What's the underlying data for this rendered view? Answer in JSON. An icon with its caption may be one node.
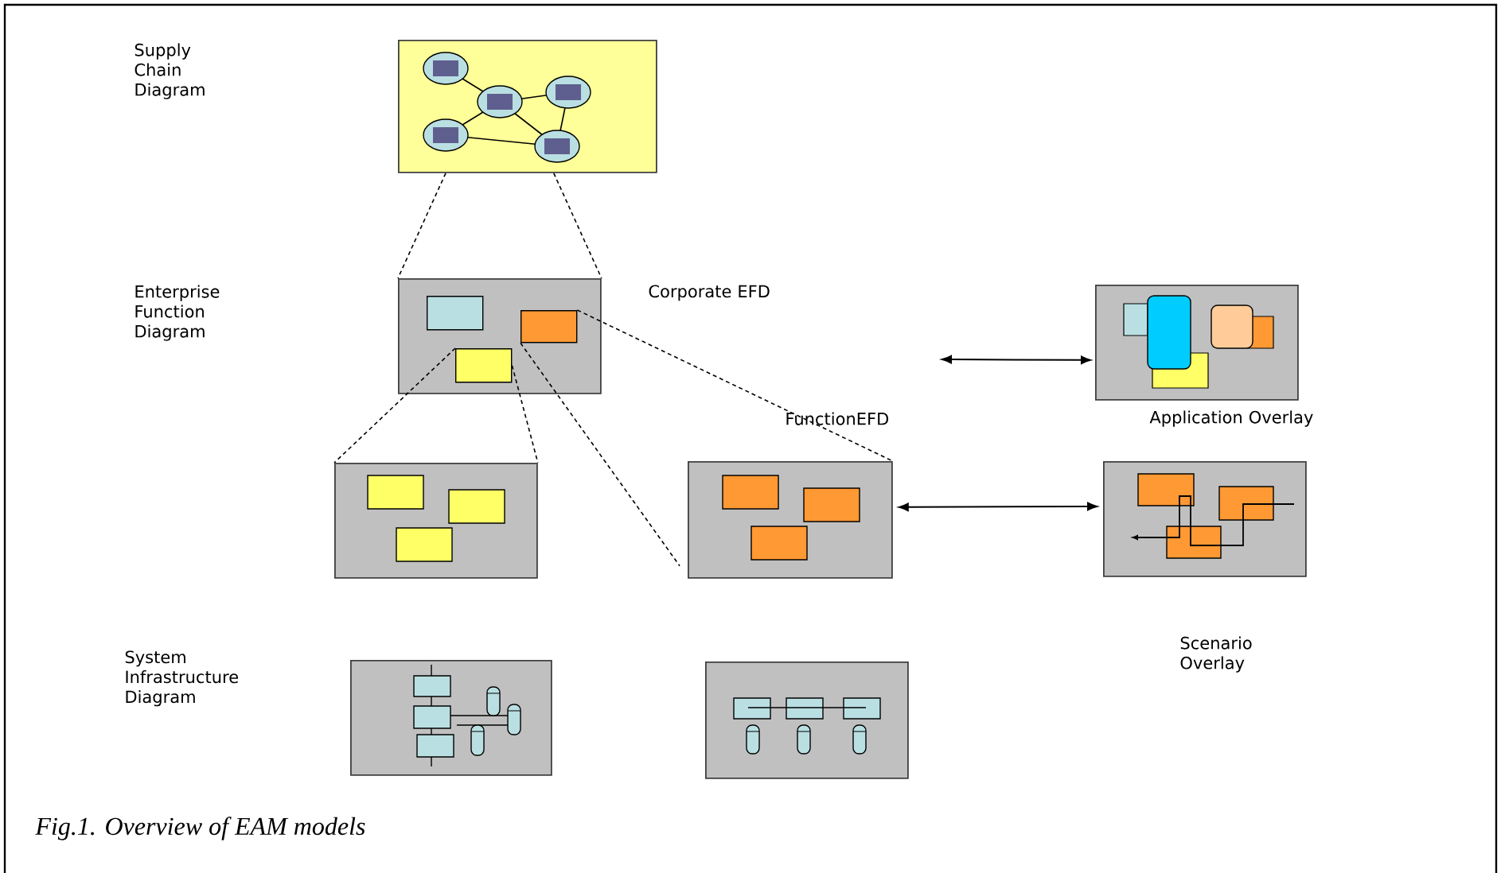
{
  "diagram": {
    "caption": "Fig.1. Overview of EAM models",
    "nodes": [
      {
        "text": [],
        "shape": "box"
      },
      {
        "text": [],
        "shape": "box"
      },
      {
        "text": [],
        "shape": "box",
        "in": 1
      },
      {
        "text": [],
        "shape": "box",
        "in": 1
      },
      {
        "text": [],
        "shape": "box",
        "in": 1
      },
      {
        "text": [],
        "shape": "box"
      },
      {
        "text": [],
        "shape": "box",
        "beside": [
          "FunctionEFD"
        ]
      },
      {
        "text": [],
        "shape": "box",
        "beside": [
          "Application Overlay"
        ]
      },
      {
        "text": [],
        "shape": "box",
        "beside": [
          "Scenario Overlay"
        ]
      },
      {
        "text": [],
        "shape": "box"
      },
      {
        "text": [],
        "shape": "box"
      }
    ],
    "edges": [
      {
        "from": 0,
        "to": 1,
        "arrow": "none",
        "style": "dashed"
      },
      {
        "from": 0,
        "to": 1,
        "arrow": "none",
        "style": "dashed"
      },
      {
        "from": 4,
        "to": 5,
        "arrow": "none",
        "style": "dashed"
      },
      {
        "from": 4,
        "to": 5,
        "arrow": "none",
        "style": "dashed"
      },
      {
        "from": 3,
        "to": 6,
        "arrow": "none",
        "style": "dashed"
      },
      {
        "from": 3,
        "to": 6,
        "arrow": "none",
        "style": "dashed"
      },
      {
        "from": null,
        "to": 7,
        "arrow": "both"
      },
      {
        "from": 6,
        "to": 8,
        "arrow": "both"
      }
    ],
    "labels": [
      "Supply Chain Diagram",
      "Enterprise Function Diagram",
      "Corporate EFD",
      "System Infrastructure Diagram"
    ]
  }
}
